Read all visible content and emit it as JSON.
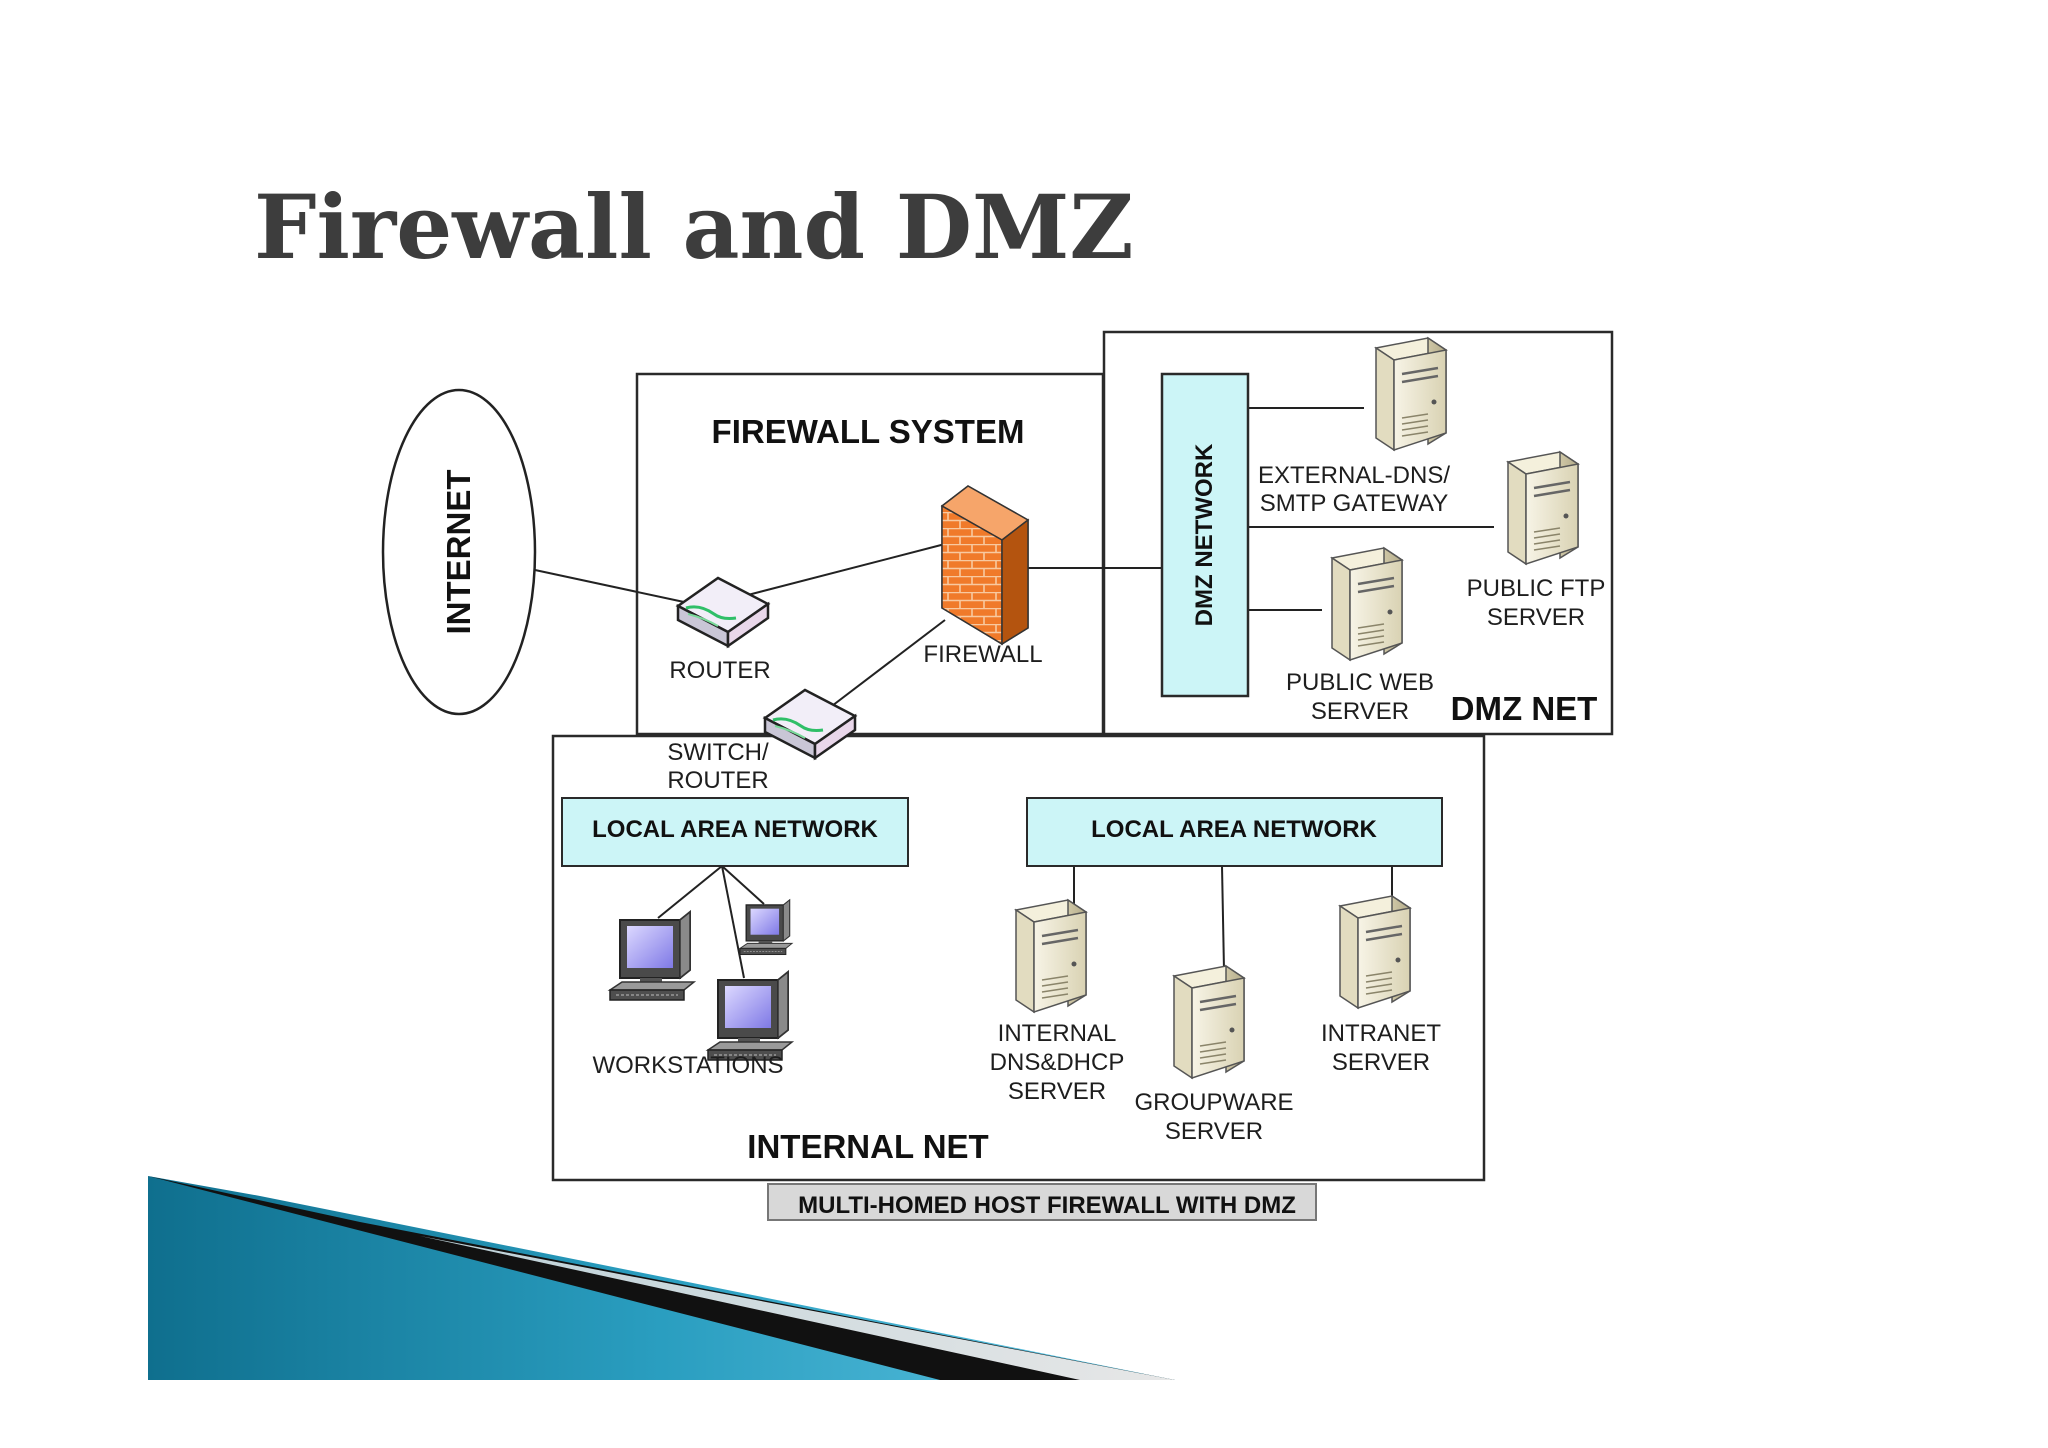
{
  "slide": {
    "title": "Firewall and DMZ"
  },
  "diagram": {
    "internet": "INTERNET",
    "firewall_system": "FIREWALL SYSTEM",
    "router": "ROUTER",
    "firewall": "FIREWALL",
    "switch_line1": "SWITCH/",
    "switch_line2": "ROUTER",
    "dmz_network": "DMZ NETWORK",
    "dmz_net": "DMZ NET",
    "external_dns_line1": "EXTERNAL-DNS/",
    "external_dns_line2": "SMTP GATEWAY",
    "public_ftp_line1": "PUBLIC FTP",
    "public_ftp_line2": "SERVER",
    "public_web_line1": "PUBLIC WEB",
    "public_web_line2": "SERVER",
    "lan_left": "LOCAL AREA NETWORK",
    "lan_right": "LOCAL AREA NETWORK",
    "workstations": "WORKSTATIONS",
    "internal_dns_line1": "INTERNAL",
    "internal_dns_line2": "DNS&DHCP",
    "internal_dns_line3": "SERVER",
    "groupware_line1": "GROUPWARE",
    "groupware_line2": "SERVER",
    "intranet_line1": "INTRANET",
    "intranet_line2": "SERVER",
    "internal_net": "INTERNAL NET",
    "caption": "MULTI-HOMED HOST FIREWALL WITH DMZ"
  },
  "colors": {
    "cyan_box": "#ccf5f7",
    "firewall_brick": "#f07a2a",
    "server_body": "#ece7d0",
    "banner_teal": "#1a7f9c"
  },
  "icons": [
    "router-icon",
    "firewall-icon",
    "server-icon",
    "workstation-icon"
  ]
}
